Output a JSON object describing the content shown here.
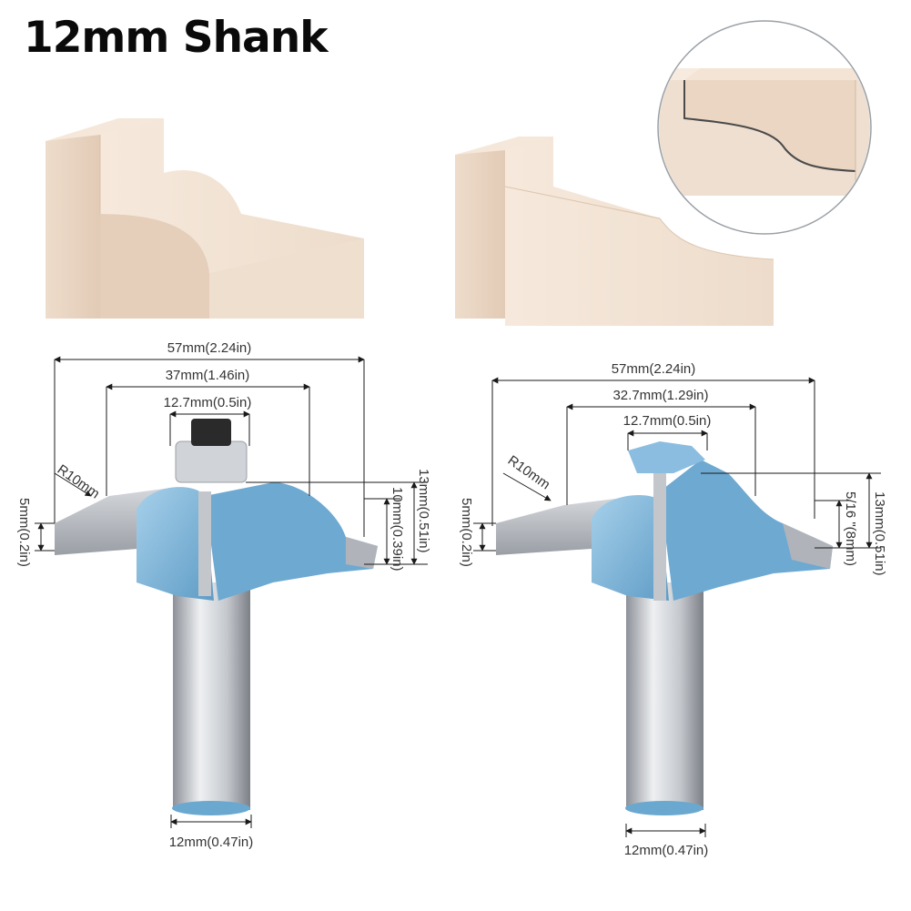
{
  "title": "12mm Shank",
  "colors": {
    "wood_light": "#f3e4d6",
    "wood_mid": "#e8d2bf",
    "wood_dark": "#d9bfa8",
    "blade_steel": "#b8bcc2",
    "body_blue": "#7fb6da",
    "shank_silver": "#c9ccd1",
    "text": "#333333"
  },
  "left_bit": {
    "overall_width": "57mm(2.24in)",
    "cut_width": "37mm(1.46in)",
    "bearing_width": "12.7mm(0.5in)",
    "radius": "R10mm",
    "edge_height": "5mm(0.2in)",
    "profile_height": "10mm(0.39in)",
    "total_height": "13mm(0.51in)",
    "shank": "12mm(0.47in)"
  },
  "right_bit": {
    "overall_width": "57mm(2.24in)",
    "cut_width": "32.7mm(1.29in)",
    "top_width": "12.7mm(0.5in)",
    "radius": "R10mm",
    "edge_height": "5mm(0.2in)",
    "profile_height": "5/16 \"(8mm)",
    "total_height": "13mm(0.51in)",
    "shank": "12mm(0.47in)"
  }
}
